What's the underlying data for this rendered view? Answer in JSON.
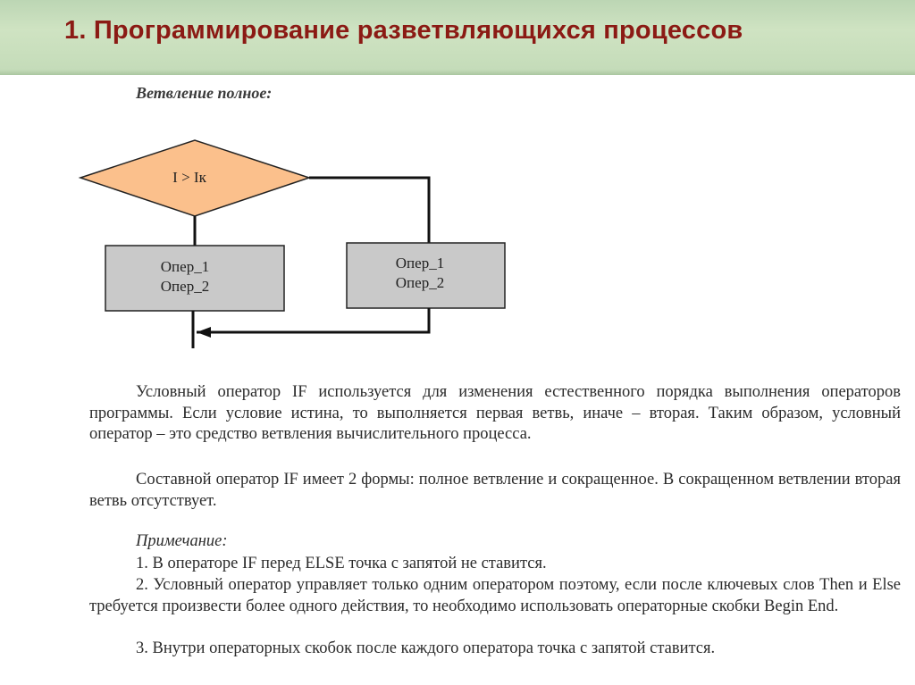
{
  "header": {
    "title": "1. Программирование разветвляющихся процессов"
  },
  "section": {
    "title": "Ветвление полное:"
  },
  "flowchart": {
    "condition": "I > Iк",
    "left_box": [
      "Опер_1",
      "Опер_2"
    ],
    "right_box": [
      "Опер_1",
      "Опер_2"
    ],
    "colors": {
      "diamond_fill": "#fbc08c",
      "box_fill": "#c9c9c9",
      "line": "#111111"
    }
  },
  "body": {
    "paragraph1": "Условный оператор IF используется для изменения естественного порядка выполнения операторов программы. Если условие истина, то выполняется первая ветвь, иначе – вторая.  Таким образом, условный оператор – это средство ветвления вычислительного процесса.",
    "paragraph2": "Составной оператор IF имеет 2 формы: полное ветвление и сокращенное. В сокращенном ветвлении вторая ветвь отсутствует."
  },
  "note": {
    "title": "Примечание:",
    "items": [
      "1. В операторе IF перед ELSE точка с запятой не ставится.",
      "2. Условный оператор управляет только одним оператором поэтому, если после ключевых слов Then и Else требуется произвести более одного действия, то необходимо использовать операторные скобки Begin End.",
      "3. Внутри операторных скобок после каждого оператора точка с запятой ставится."
    ]
  }
}
